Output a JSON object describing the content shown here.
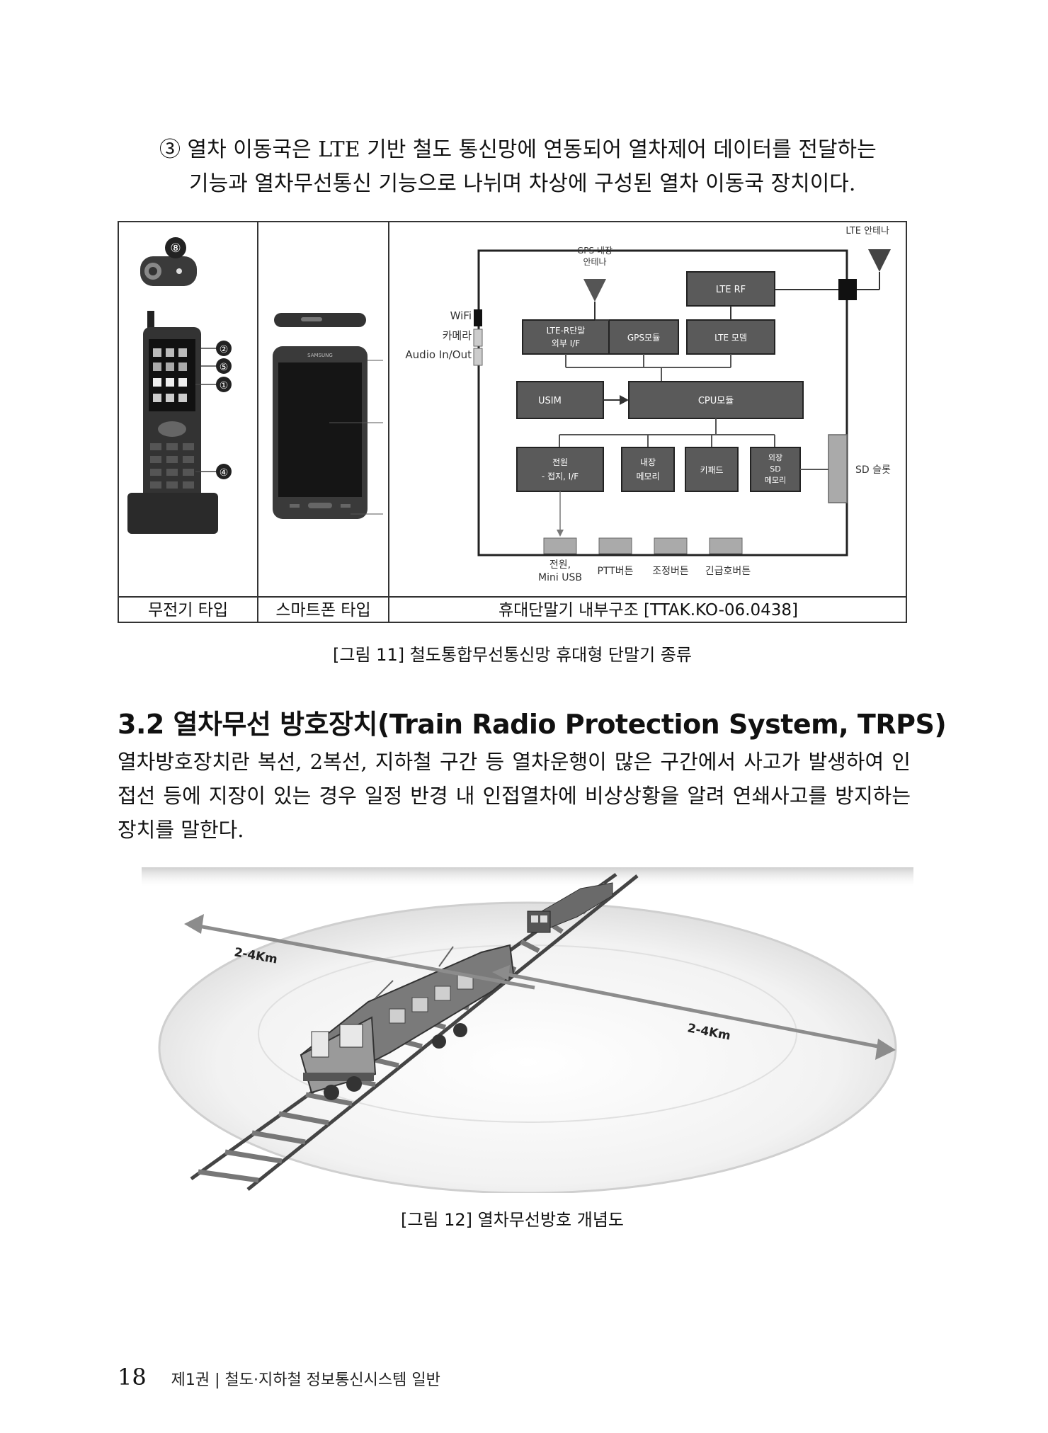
{
  "item_para": {
    "line1": "③ 열차 이동국은 LTE 기반 철도 통신망에 연동되어 열차제어 데이터를 전달하는",
    "line2": "기능과 열차무선통신 기능으로 나뉘며 차상에 구성된 열차 이동국 장치이다."
  },
  "figure11": {
    "col1_caption": "무전기 타입",
    "col2_caption": "스마트폰 타입",
    "col3_caption": "휴대단말기 내부구조 [TTAK.KO-06.0438]",
    "caption": "[그림 11] 철도통합무선통신망 휴대형 단말기 종류",
    "radio_markers": [
      "⑧",
      "②",
      "⑤",
      "①",
      "④"
    ],
    "phone_brand": "SAMSUNG",
    "diagram": {
      "lte_antenna": "LTE 안테나",
      "gps_antenna_1": "GPS 내장",
      "gps_antenna_2": "안테나",
      "lte_rf": "LTE RF",
      "wifi": "WiFi",
      "camera": "카메라",
      "audio": "Audio In/Out",
      "lter_if_1": "LTE-R단말",
      "lter_if_2": "외부 I/F",
      "gps_module": "GPS모듈",
      "lte_modem": "LTE 모뎀",
      "usim": "USIM",
      "cpu": "CPU모듈",
      "power_1": "전원",
      "power_2": "- 접지, I/F",
      "mem_1": "내장",
      "mem_2": "메모리",
      "keypad": "키패드",
      "sd_1": "외장",
      "sd_2": "SD",
      "sd_3": "메모리",
      "sd_slot": "SD 슬롯",
      "usb_1": "전원,",
      "usb_2": "Mini USB",
      "ptt": "PTT버튼",
      "adjust": "조정버튼",
      "emergency": "긴급호버튼"
    }
  },
  "section": {
    "heading": "3.2 열차무선 방호장치(Train Radio Protection System, TRPS)",
    "paragraph": "열차방호장치란 복선, 2복선, 지하철 구간 등 열차운행이 많은 구간에서 사고가 발생하여 인접선 등에 지장이 있는 경우 일정 반경 내 인접열차에 비상상황을 알려 연쇄사고를 방지하는 장치를 말한다."
  },
  "figure12": {
    "range_label_1": "2-4Km",
    "range_label_2": "2-4Km",
    "caption": "[그림 12] 열차무선방호 개념도"
  },
  "footer": {
    "page_number": "18",
    "text": "제1권 | 철도·지하철 정보통신시스템 일반"
  }
}
